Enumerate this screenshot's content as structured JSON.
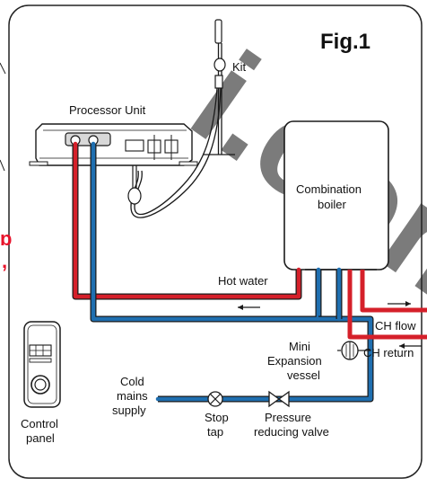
{
  "figure": {
    "title": "Fig.1"
  },
  "labels": {
    "kit": "Kit",
    "processor_unit": "Processor Unit",
    "combination_boiler_1": "Combination",
    "combination_boiler_2": "boiler",
    "hot_water": "Hot water",
    "ch_flow": "CH flow",
    "ch_return": "CH return",
    "mini_expansion_1": "Mini",
    "mini_expansion_2": "Expansion",
    "mini_expansion_3": "vessel",
    "cold_mains_1": "Cold",
    "cold_mains_2": "mains",
    "cold_mains_3": "supply",
    "stop_tap_1": "Stop",
    "stop_tap_2": "tap",
    "pressure_valve_1": "Pressure",
    "pressure_valve_2": "reducing valve",
    "control_panel_1": "Control",
    "control_panel_2": "panel"
  },
  "colors": {
    "hot_pipe": "#d5202a",
    "cold_pipe": "#1f6fb0",
    "watermark": "#e8132b"
  }
}
